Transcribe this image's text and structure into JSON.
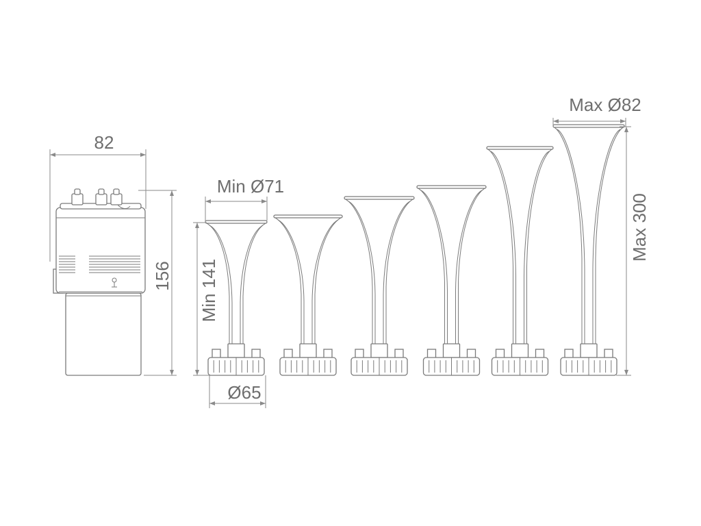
{
  "dimensions": {
    "compressor_width": "82",
    "compressor_height": "156",
    "horn_min_diameter": "Min Ø71",
    "horn_min_height": "Min 141",
    "horn_base_diameter": "Ø65",
    "horn_max_diameter": "Max Ø82",
    "horn_max_height": "Max 300"
  },
  "colors": {
    "line": "#7a7a7a",
    "text": "#6e6e6e",
    "background": "#ffffff"
  }
}
